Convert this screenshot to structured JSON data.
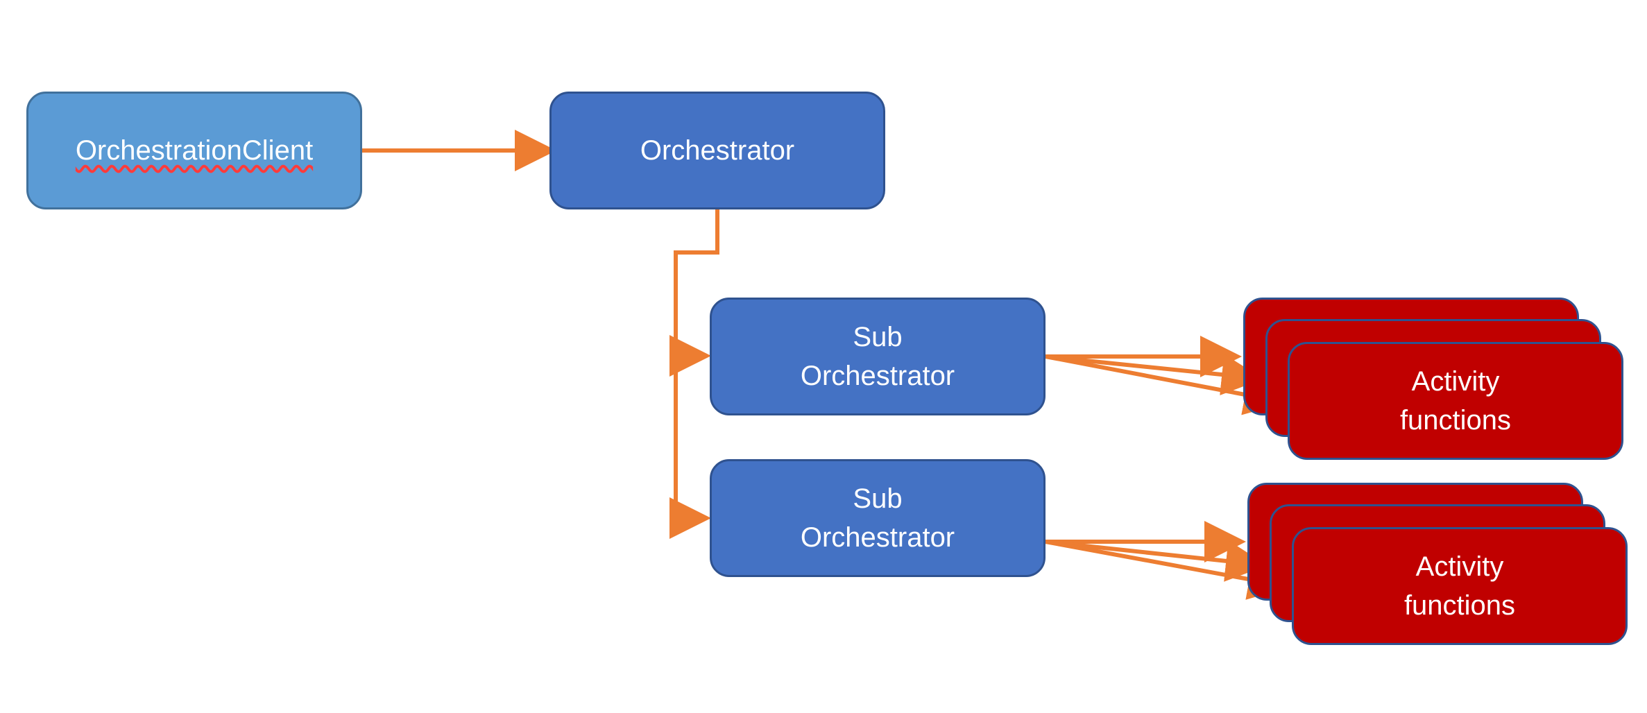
{
  "nodes": {
    "client": "OrchestrationClient",
    "orchestrator": "Orchestrator",
    "sub_orchestrator_1": "Sub\nOrchestrator",
    "sub_orchestrator_2": "Sub\nOrchestrator",
    "activity_group_1": "Activity\nfunctions",
    "activity_group_2": "Activity\nfunctions"
  },
  "colors": {
    "client_fill": "#5b9bd5",
    "orchestrator_fill": "#4472c4",
    "activity_fill": "#c00000",
    "arrow": "#ed7d31",
    "border": "#2f528f"
  }
}
